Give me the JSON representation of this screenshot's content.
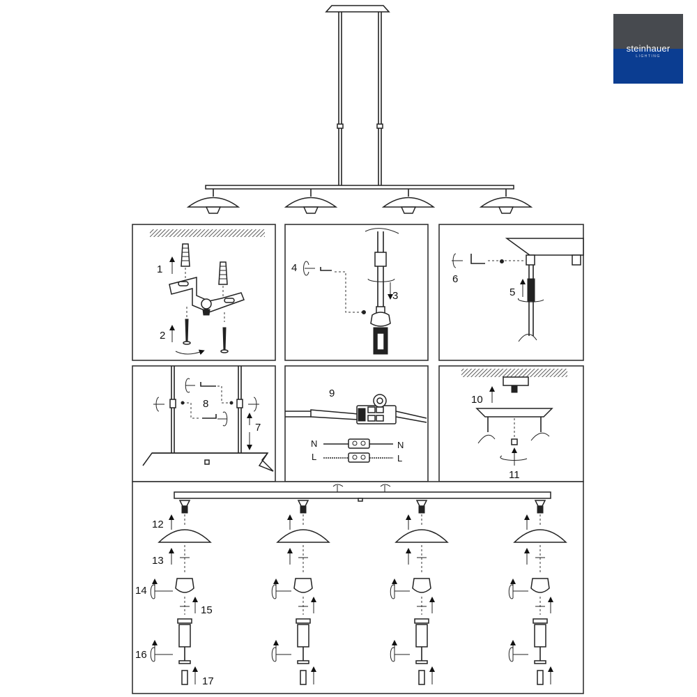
{
  "logo": {
    "name": "steinhauer",
    "tagline": "LIGHTING",
    "top_color": "#474a4f",
    "bottom_color": "#0b3d91"
  },
  "steps": {
    "s1": "1",
    "s2": "2",
    "s3": "3",
    "s4": "4",
    "s5": "5",
    "s6": "6",
    "s7": "7",
    "s8": "8",
    "s9": "9",
    "s10": "10",
    "s11": "11",
    "s12": "12",
    "s13": "13",
    "s14": "14",
    "s15": "15",
    "s16": "16",
    "s17": "17"
  },
  "wiring": {
    "n_left": "N",
    "n_right": "N",
    "l_left": "L",
    "l_right": "L"
  },
  "colors": {
    "line": "#222222",
    "background": "#ffffff"
  }
}
